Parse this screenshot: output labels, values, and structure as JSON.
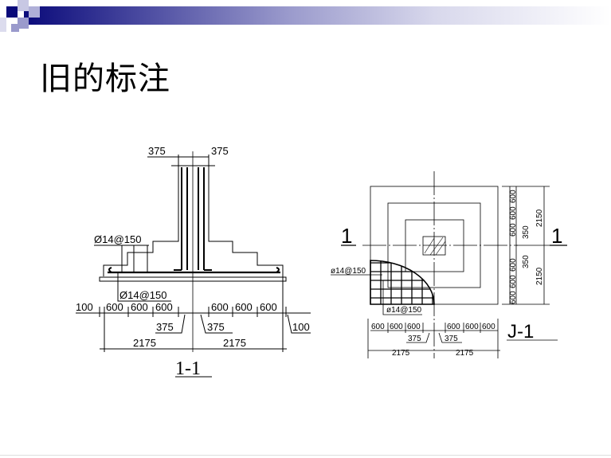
{
  "slide": {
    "title": "旧的标注",
    "banner_color": "#0a0a7a"
  },
  "section_drawing": {
    "label": "1-1",
    "top_dims": [
      "375",
      "375"
    ],
    "rebar_upper": "Ø14@150",
    "rebar_lower": "Ø14@150",
    "row_dims": [
      "100",
      "600",
      "600",
      "600",
      "600",
      "600",
      "600"
    ],
    "offset_left": "375",
    "offset_right": "375",
    "edge_right": "100",
    "total_left": "2175",
    "total_right": "2175"
  },
  "plan_drawing": {
    "label": "J-1",
    "section_mark_left": "1",
    "section_mark_right": "1",
    "rebar_upper": "ø14@150",
    "rebar_lower": "ø14@150",
    "right_dims_top": [
      "600",
      "600",
      "600"
    ],
    "right_dims_bottom": [
      "600",
      "600",
      "600"
    ],
    "right_offset_top": "350",
    "right_offset_bottom": "350",
    "right_total_top": "2150",
    "right_total_bottom": "2150",
    "bottom_dims_left": [
      "600",
      "600",
      "600"
    ],
    "bottom_dims_right": [
      "600",
      "600",
      "600"
    ],
    "bottom_offset_left": "375",
    "bottom_offset_right": "375",
    "bottom_total_left": "2175",
    "bottom_total_right": "2175"
  }
}
